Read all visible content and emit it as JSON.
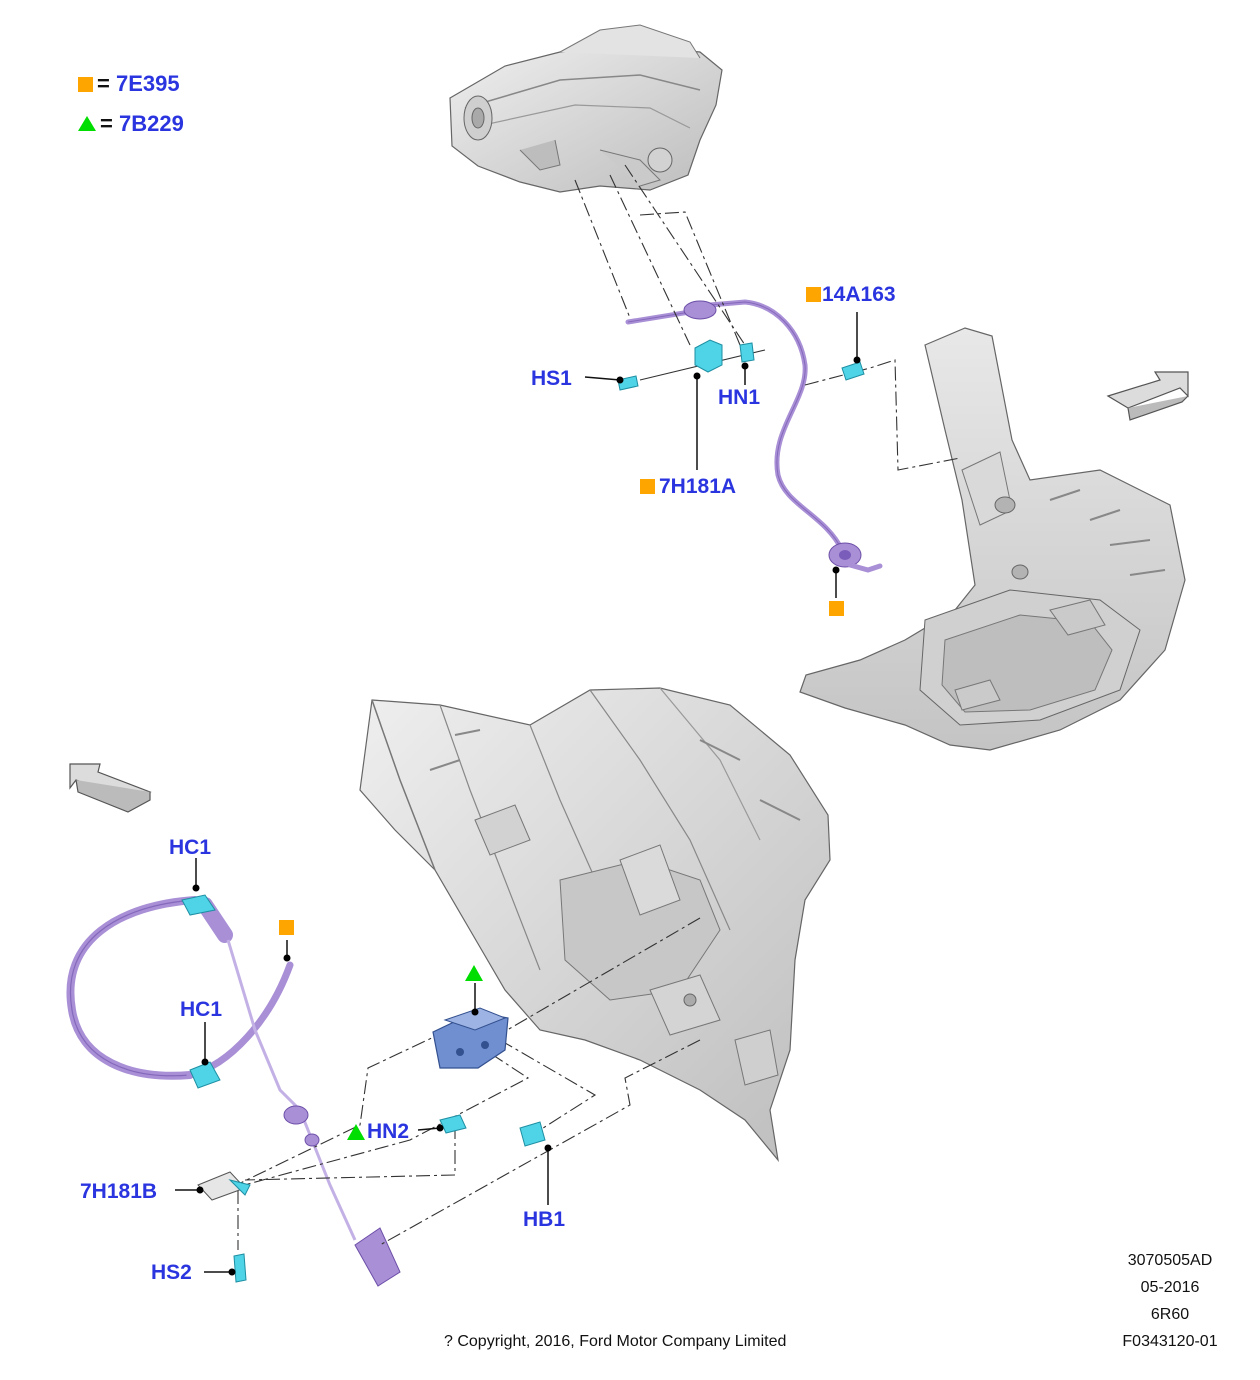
{
  "colors": {
    "label_blue": "#2a35e0",
    "marker_orange": "#ffa500",
    "marker_green": "#00dd00",
    "cable_purple": "#a98fd6",
    "clip_cyan": "#4fd3e6",
    "bracket_blue": "#6f8fd0",
    "part_gray": "#d6d6d6",
    "line_dark": "#222222"
  },
  "legend": {
    "square_code": "7E395",
    "triangle_code": "7B229",
    "equals": "="
  },
  "labels": {
    "hs1": "HS1",
    "hn1": "HN1",
    "p14a163": "14A163",
    "p7h181a": "7H181A",
    "hc1_top": "HC1",
    "hc1_bottom": "HC1",
    "hn2": "HN2",
    "p7h181b": "7H181B",
    "hb1": "HB1",
    "hs2": "HS2"
  },
  "reference": {
    "line1": "3070505AD",
    "line2": "05-2016",
    "line3": "6R60",
    "line4": "F0343120-01"
  },
  "copyright": "? Copyright, 2016, Ford Motor Company Limited"
}
